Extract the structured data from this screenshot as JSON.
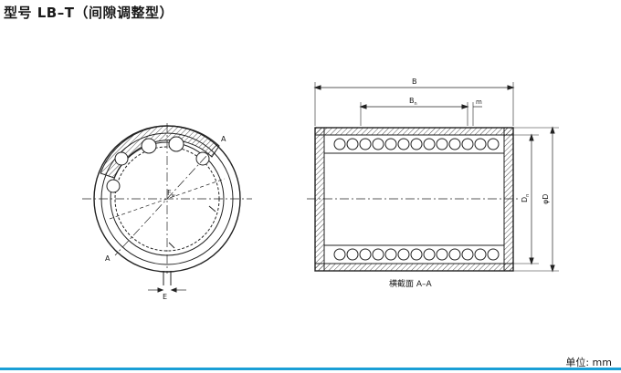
{
  "title": "型号 LB–T（间隙调整型）",
  "unit": "单位: mm",
  "section_label": "横截面  A–A",
  "labels": {
    "A_top": "A",
    "A_bottom": "A",
    "Fw": "F",
    "Fw_sub": "w",
    "E": "E",
    "B": "B",
    "Bn": "B",
    "Bn_sub": "n",
    "m": "m",
    "Dn": "D",
    "Dn_sub": "n",
    "phiD": "φD"
  }
}
